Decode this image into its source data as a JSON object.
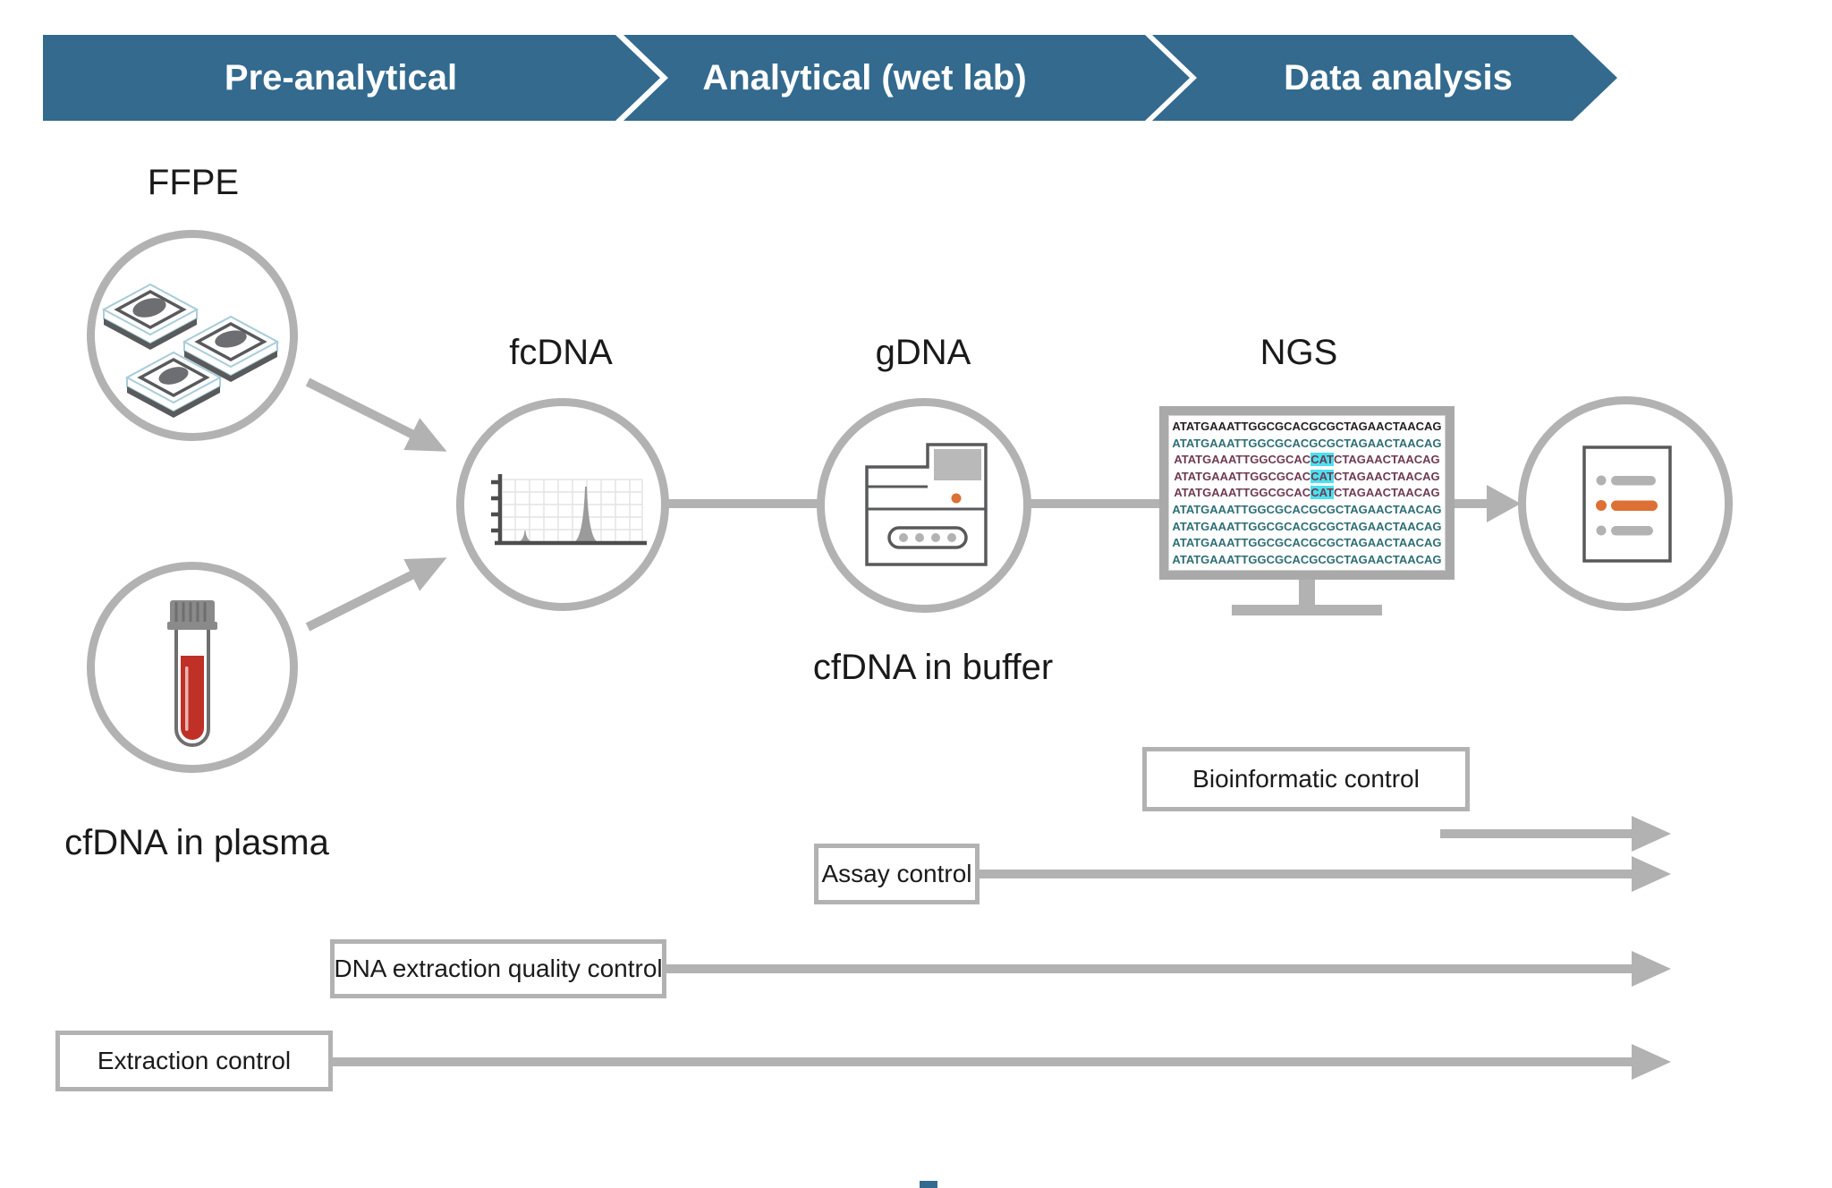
{
  "banner": {
    "color": "#336a8e",
    "segments": [
      {
        "label": "Pre-analytical"
      },
      {
        "label": "Analytical (wet lab)"
      },
      {
        "label": "Data analysis"
      }
    ]
  },
  "nodes": {
    "ffpe": {
      "label": "FFPE",
      "icon": "ffpe-blocks-icon"
    },
    "plasma": {
      "caption": "cfDNA in plasma",
      "icon": "blood-tube-icon"
    },
    "fcdna": {
      "label": "fcDNA",
      "icon": "electropherogram-icon"
    },
    "gdna": {
      "label": "gDNA",
      "caption": "cfDNA in buffer",
      "icon": "instrument-icon"
    },
    "ngs": {
      "label": "NGS",
      "icon": "monitor-icon"
    },
    "report": {
      "icon": "report-list-icon"
    }
  },
  "sequences": {
    "reference": "ATATGAAATTGGCGCACGCGCTAGAACTAACAG",
    "highlight_color": "#4ce0ee",
    "rows": [
      {
        "color": "black",
        "text": "ATATGAAATTGGCGCACGCGCTAGAACTAACAG"
      },
      {
        "color": "teal",
        "text": "ATATGAAATTGGCGCACGCGCTAGAACTAACAG"
      },
      {
        "color": "maroon",
        "pre": "ATATGAAATTGGCGCAC",
        "highlight": "CAT",
        "post": "CTAGAACTAACAG"
      },
      {
        "color": "maroon",
        "pre": "ATATGAAATTGGCGCAC",
        "highlight": "CAT",
        "post": "CTAGAACTAACAG"
      },
      {
        "color": "maroon",
        "pre": "ATATGAAATTGGCGCAC",
        "highlight": "CAT",
        "post": "CTAGAACTAACAG"
      },
      {
        "color": "teal",
        "text": "ATATGAAATTGGCGCACGCGCTAGAACTAACAG"
      },
      {
        "color": "teal",
        "text": "ATATGAAATTGGCGCACGCGCTAGAACTAACAG"
      },
      {
        "color": "teal",
        "text": "ATATGAAATTGGCGCACGCGCTAGAACTAACAG"
      },
      {
        "color": "teal",
        "text": "ATATGAAATTGGCGCACGCGCTAGAACTAACAG"
      }
    ]
  },
  "controls": [
    {
      "label": "Bioinformatic control"
    },
    {
      "label": "Assay control"
    },
    {
      "label": "DNA extraction quality control"
    },
    {
      "label": "Extraction control"
    }
  ],
  "colors": {
    "banner_blue": "#336a8e",
    "line_gray": "#b2b2b2",
    "outline_dark": "#58595b",
    "orange_accent": "#dc7035",
    "blood_red": "#bf3026",
    "seq_teal": "#2d6e74",
    "seq_maroon": "#6e3a52",
    "seq_black": "#231f20",
    "cassette_blue": "#a9cdd9"
  }
}
